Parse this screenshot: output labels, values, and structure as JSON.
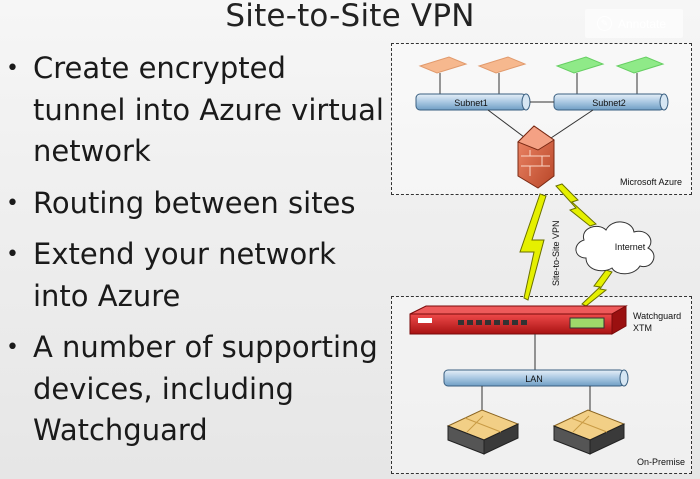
{
  "slide": {
    "title": "Site-to-Site VPN",
    "bullets": [
      "Create encrypted tunnel into Azure virtual network",
      "Routing between sites",
      "Extend your network into Azure",
      "A number of supporting devices, including Watchguard"
    ]
  },
  "annotate_button": {
    "label": "Annotate",
    "icon": "annotate-icon"
  },
  "diagram": {
    "subnet1": "Subnet1",
    "subnet2": "Subnet2",
    "azure_label": "Microsoft Azure",
    "vpn_label": "Site-to-Site VPN",
    "internet_label": "Internet",
    "device_label_1": "Watchguard",
    "device_label_2": "XTM",
    "lan_label": "LAN",
    "onprem_label": "On-Premise"
  },
  "colors": {
    "subnet_pipe": "#bcd6ea",
    "subnet1_nodes": "#f7b98c",
    "subnet2_nodes": "#8fe88a",
    "firewall": "#d8603f",
    "lightning": "#e8f000",
    "device": "#d32020"
  }
}
